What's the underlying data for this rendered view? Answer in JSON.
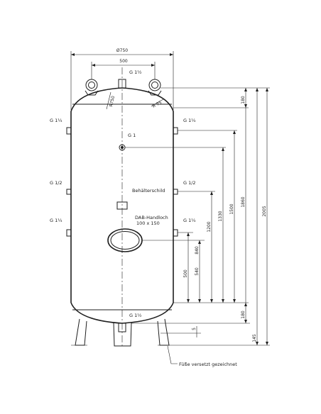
{
  "dimensions": {
    "diameter": "Ø750",
    "top_spacing": "500",
    "radius_large": "R750",
    "radius_small": "R 75",
    "heights": [
      "180",
      "1860",
      "1500",
      "1330",
      "1200",
      "840",
      "540",
      "500",
      "180",
      "145",
      "5",
      "2005"
    ]
  },
  "connections": {
    "top": "G 1½",
    "left_upper": "G 1¼",
    "right_upper": "G 1¼",
    "center": "G 1",
    "left_mid": "G 1/2",
    "right_mid": "G 1/2",
    "left_lower": "G 1¼",
    "right_lower": "G 1¼",
    "bottom": "G 1½"
  },
  "labels": {
    "nameplate": "Behälterschild",
    "manhole_title": "DAB-Handloch",
    "manhole_size": "100 x 150",
    "feet_note": "Füße versetzt gezeichnet"
  }
}
